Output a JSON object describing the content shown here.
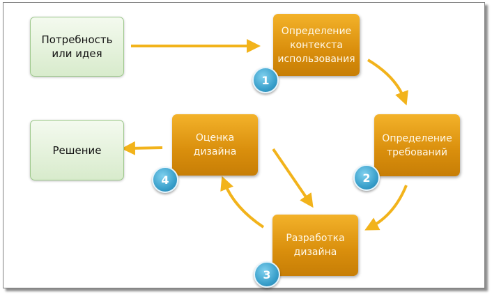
{
  "nodes": {
    "need": "Потребность\nили идея",
    "solution": "Решение",
    "context": "Определение\nконтекста\nиспользования",
    "requirements": "Определение\nтребований",
    "development": "Разработка\nдизайна",
    "evaluation": "Оценка\nдизайна"
  },
  "badges": [
    "1",
    "2",
    "3",
    "4"
  ],
  "colors": {
    "green_fill": "#e6f2dc",
    "green_border": "#9cc78a",
    "orange_fill": "#e39a14",
    "arrow": "#f2b31b",
    "badge": "#3aa0cb"
  }
}
